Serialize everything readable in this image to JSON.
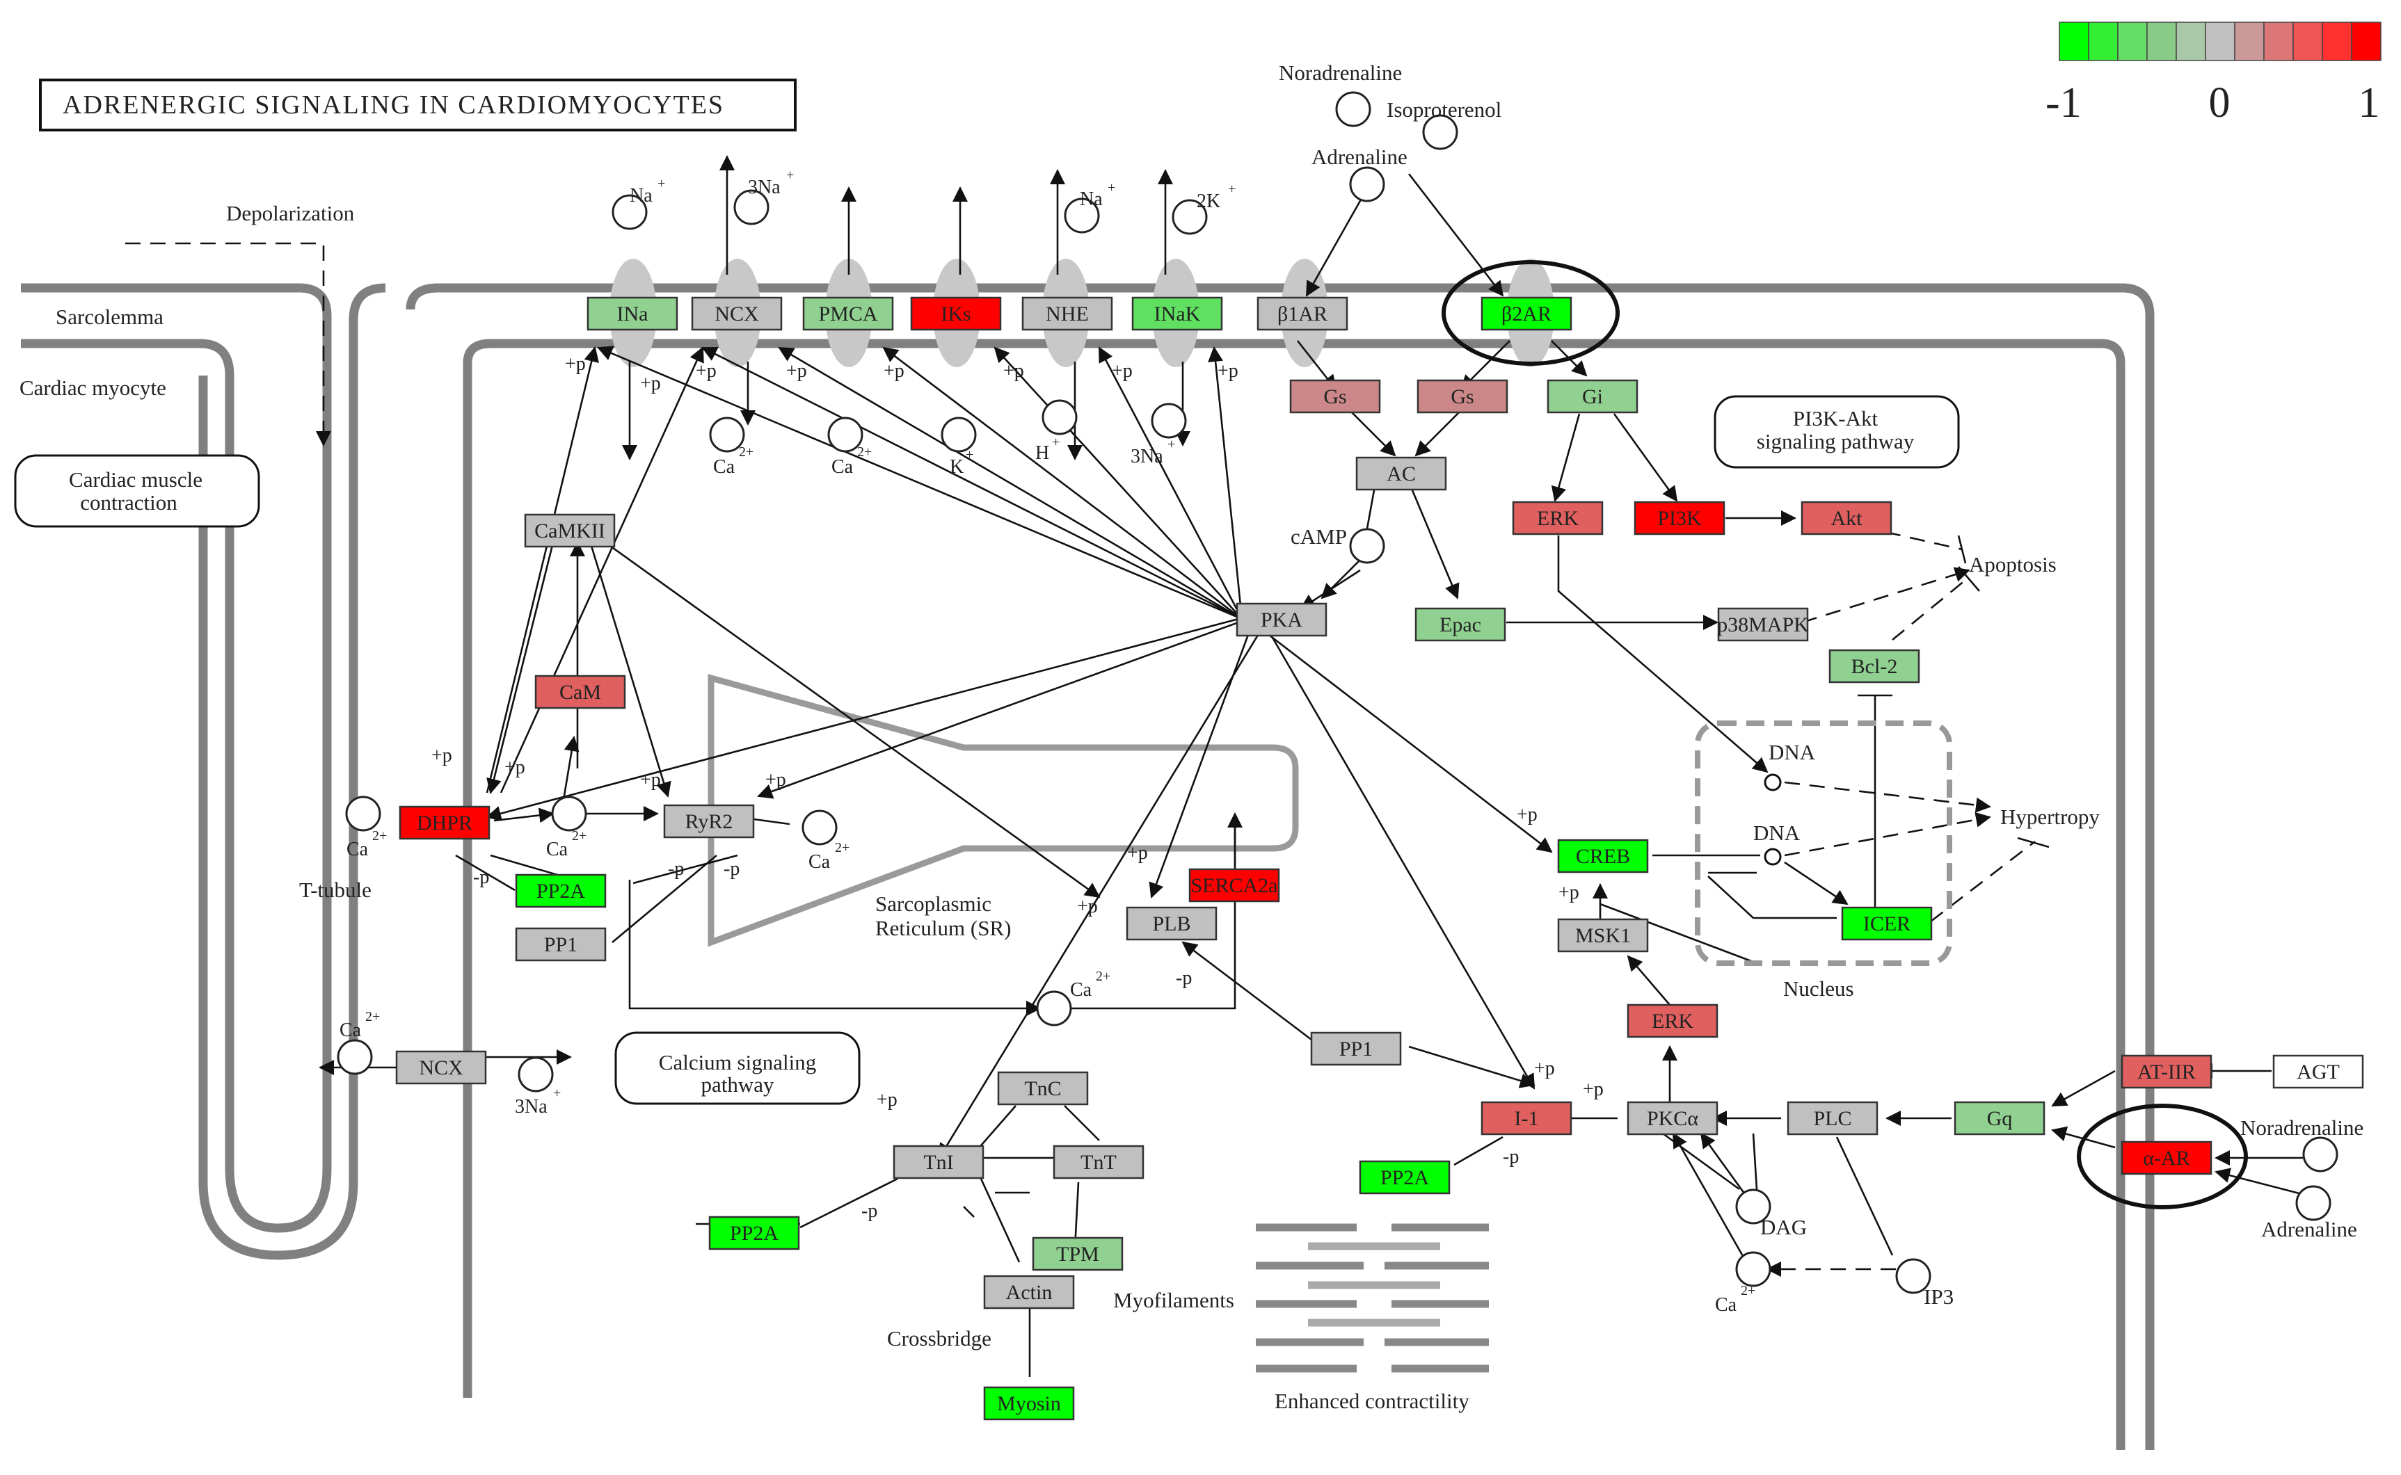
{
  "title": "ADRENERGIC SIGNALING IN CARDIOMYOCYTES",
  "colors": {
    "up_strong": "#ff0000",
    "up": "#e06060",
    "up_light": "#cc8888",
    "neutral": "#c0c0c0",
    "down_light": "#90d090",
    "down": "#60e060",
    "down_strong": "#00ff00"
  },
  "legend": {
    "min": "-1",
    "mid": "0",
    "max": "1",
    "swatches": [
      "#00ff00",
      "#33ee33",
      "#66dd66",
      "#88cc88",
      "#a8c8a8",
      "#c0c0c0",
      "#cc9999",
      "#dd7777",
      "#ee5555",
      "#ff3030",
      "#ff0000"
    ]
  },
  "labels": {
    "noradrenaline_top": "Noradrenaline",
    "isoproterenol": "Isoproterenol",
    "adrenaline_top": "Adrenaline",
    "depolarization": "Depolarization",
    "sarcolemma": "Sarcolemma",
    "cardiac_myocyte": "Cardiac myocyte",
    "cardiac_muscle_contraction_1": "Cardiac muscle",
    "cardiac_muscle_contraction_2": "contraction",
    "pi3k_pathway_1": "PI3K-Akt",
    "pi3k_pathway_2": "signaling pathway",
    "apoptosis": "Apoptosis",
    "camp": "cAMP",
    "dna_1": "DNA",
    "dna_2": "DNA",
    "hypertropy": "Hypertropy",
    "nucleus": "Nucleus",
    "sr_1": "Sarcoplasmic",
    "sr_2": "Reticulum (SR)",
    "t_tubule": "T-tubule",
    "calcium_pathway_1": "Calcium signaling",
    "calcium_pathway_2": "pathway",
    "crossbridge": "Crossbridge",
    "myofilaments": "Myofilaments",
    "enhanced_contractility": "Enhanced contractility",
    "dag": "DAG",
    "ip3": "IP3",
    "noradrenaline_right": "Noradrenaline",
    "adrenaline_right": "Adrenaline",
    "na_1": "Na",
    "na3_1": "3Na",
    "na_2": "Na",
    "k2": "2K",
    "ca_1": "Ca",
    "ca_2": "Ca",
    "k_1": "K",
    "h_1": "H",
    "na3_2": "3Na",
    "ca_dhpr": "Ca",
    "ca_mid": "Ca",
    "ca_ryr": "Ca",
    "ca_sr": "Ca",
    "ca_ncx": "Ca",
    "na3_ncx": "3Na",
    "ca_pkc": "Ca",
    "plus": "+",
    "two_plus": "2+",
    "plus_p": "+p",
    "minus_p": "-p"
  },
  "genes": {
    "ina": "INa",
    "ncx_top": "NCX",
    "pmca": "PMCA",
    "iks": "IKs",
    "nhe": "NHE",
    "inak": "INaK",
    "b1ar": "β1AR",
    "b2ar": "β2AR",
    "gs1": "Gs",
    "gs2": "Gs",
    "gi": "Gi",
    "ac": "AC",
    "erk_top": "ERK",
    "pi3k": "PI3K",
    "akt": "Akt",
    "camkii": "CaMKII",
    "pka": "PKA",
    "epac": "Epac",
    "p38mapk": "p38MAPK",
    "bcl2": "Bcl-2",
    "cam": "CaM",
    "dhpr": "DHPR",
    "ryr2": "RyR2",
    "pp2a_1": "PP2A",
    "pp1_1": "PP1",
    "serca2a": "SERCA2a",
    "plb": "PLB",
    "creb": "CREB",
    "msk1": "MSK1",
    "icer": "ICER",
    "erk_mid": "ERK",
    "ncx_bottom": "NCX",
    "pp1_2": "PP1",
    "tnc": "TnC",
    "tni": "TnI",
    "tnt": "TnT",
    "tpm": "TPM",
    "actin": "Actin",
    "myosin": "Myosin",
    "pp2a_2": "PP2A",
    "pp2a_3": "PP2A",
    "i1": "I-1",
    "pkca": "PKCα",
    "plc": "PLC",
    "gq": "Gq",
    "at_iir": "AT-IIR",
    "agt": "AGT",
    "a_ar": "α-AR"
  }
}
